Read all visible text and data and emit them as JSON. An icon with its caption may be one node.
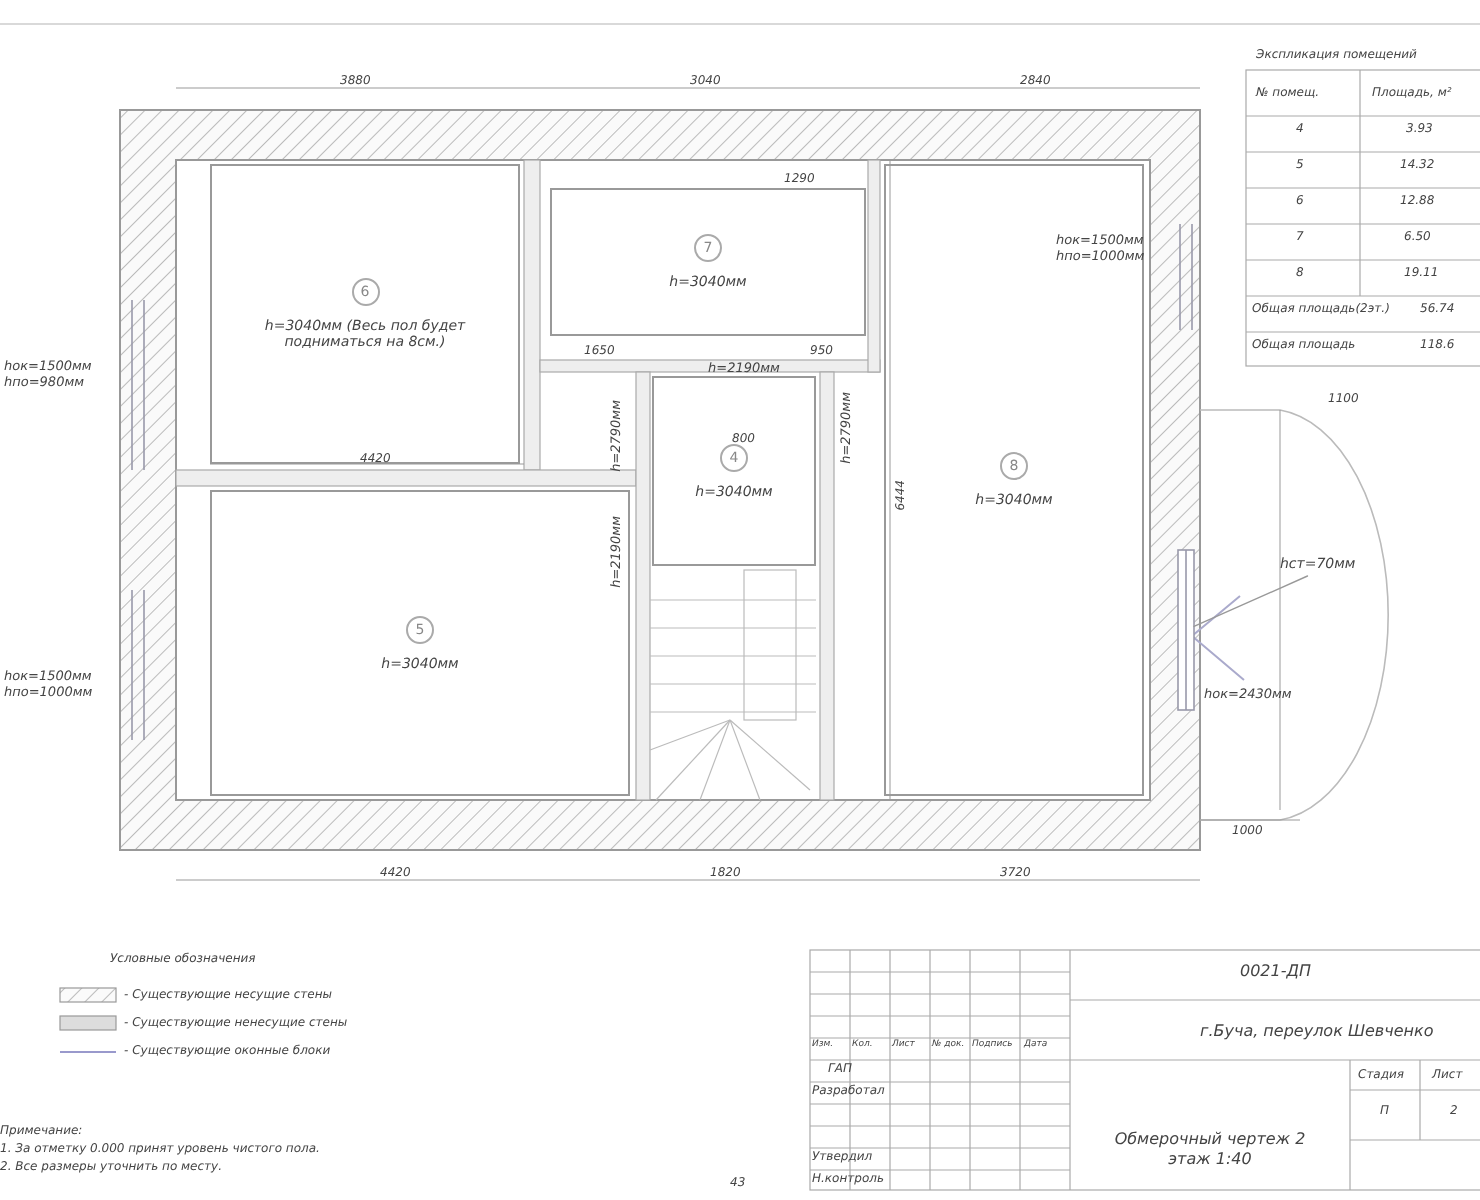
{
  "diagram": {
    "nodes": [
      {
        "text": [
          "6",
          "h=3040мм (Весь пол будет подниматься на 8см.)"
        ]
      },
      {
        "text": [
          "7",
          "h=3040мм"
        ]
      },
      {
        "text": [
          "8",
          "h=3040мм"
        ]
      },
      {
        "text": [
          "4",
          "h=3040мм"
        ]
      },
      {
        "text": [
          "5",
          "h=3040мм"
        ]
      },
      {
        "text": [
          "hст=70мм"
        ]
      },
      {
        "text": [],
        "shape": "bar"
      }
    ],
    "edges": [
      {
        "from": 5,
        "to": 6,
        "arrow": "none"
      }
    ],
    "labels": [
      "3880",
      "3040",
      "2840",
      "hок=1500мм hпо=980мм",
      "hок=1500мм hпо=1000мм",
      "hок=1500мм hпо=1000мм",
      "h=2190мм",
      "h=2790мм",
      "h=2790мм",
      "h=2190мм",
      "hок=2430мм",
      "1290",
      "1650",
      "950",
      "800",
      "4420",
      "6444",
      "1100",
      "1000",
      "4420",
      "1820",
      "3720",
      "Экспликация помещений",
      "№ помещ.",
      "Площадь, м²",
      "4",
      "3.93",
      "5",
      "14.32",
      "6",
      "12.88",
      "7",
      "6.50",
      "8",
      "19.11",
      "Общая площадь(2эт.)",
      "56.74",
      "Общая площадь",
      "118.6",
      "Условные обозначения",
      "Примечание:",
      "1. За отметку 0.000 принят уровень чистого пола.",
      "2. Все размеры уточнить по месту.",
      "0021-ДП",
      "г.Буча, переулок Шевченко",
      "Изм.",
      "Кол.",
      "Лист",
      "№ док.",
      "Подпись",
      "Дата",
      "ГАП",
      "Разработал",
      "Утвердил",
      "Н.контроль",
      "Стадия",
      "Лист",
      "П",
      "2",
      "Обмерочный чертеж 2 этаж 1:40",
      "43"
    ],
    "legend": [
      {
        "text": "- Существующие несущие стены"
      },
      {
        "text": "- Существующие ненесущие стены"
      },
      {
        "text": "- Существующие оконные блоки"
      }
    ]
  }
}
